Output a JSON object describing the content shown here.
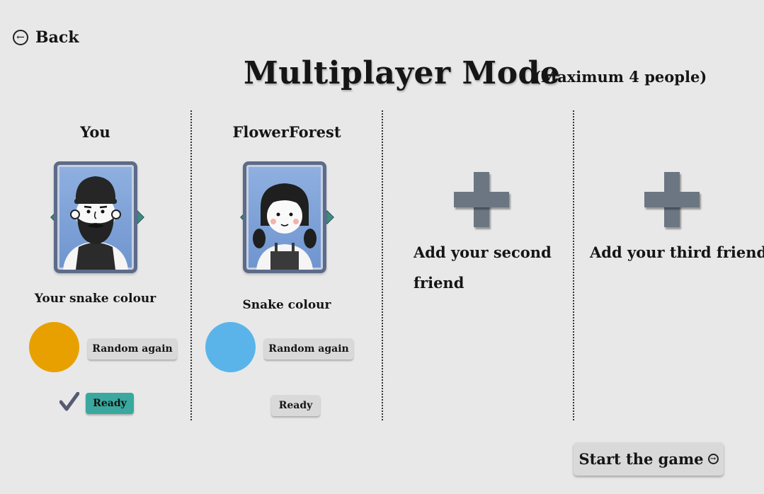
{
  "nav": {
    "back_label": "Back",
    "back_icon": "arrow-left-circle-icon"
  },
  "header": {
    "title": "Multiplayer Mode",
    "subtitle": "(Maximum 4 people)"
  },
  "players": [
    {
      "name": "You",
      "colour_label": "Your snake colour",
      "colour": "#e8a000",
      "random_label": "Random again",
      "ready_label": "Ready",
      "ready": true
    },
    {
      "name": "FlowerForest",
      "colour_label": "Snake colour",
      "colour": "#5ab4ea",
      "random_label": "Random again",
      "ready_label": "Ready",
      "ready": false
    }
  ],
  "slots": [
    {
      "label": "Add your second friend"
    },
    {
      "label": "Add your third friend"
    }
  ],
  "start": {
    "label": "Start the game",
    "icon": "arrow-right-circle-icon"
  },
  "colors": {
    "ready_active": "#3aa89e",
    "plus": "#6b7682",
    "background": "#e8e8e8"
  }
}
